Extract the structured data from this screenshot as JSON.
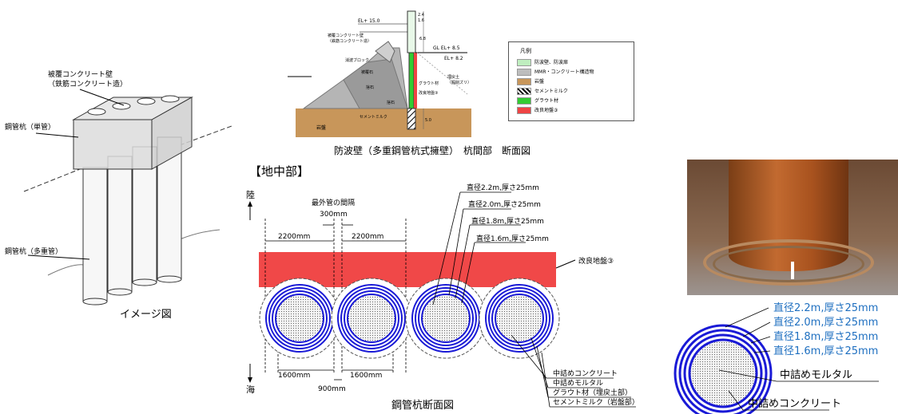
{
  "panel_left": {
    "wall_label": [
      "被覆コンクリート壁",
      "（鉄筋コンクリート造）"
    ],
    "single_pile_label": "鋼管杭（単管）",
    "multi_pile_label": "鋼管杭（多重管）",
    "caption": "イメージ図"
  },
  "panel_section": {
    "el_top": "EL+ 15.0",
    "dim_a": "2.4",
    "dim_b": "1.6",
    "dim_c": "6.8",
    "dim_d": "5.0",
    "gl": "GL EL+ 8.5",
    "el_mid": "EL+ 8.2",
    "wall_note": [
      "被覆コンクリート壁",
      "（鉄筋コンクリート造）"
    ],
    "block_label": "消波ブロック",
    "stone1": "被覆石",
    "stone2": "捨石",
    "stone3": "捨石",
    "grout": "グラウト材",
    "backfill": [
      "埋戻土",
      "（掘削ズリ）"
    ],
    "improved": "改良地盤③",
    "cement": "セメントミルク",
    "bedrock": "岩盤",
    "caption": "防波壁（多重鋼管杭式擁壁）　杭間部　断面図"
  },
  "legend": {
    "title": "凡例",
    "items": [
      {
        "label": "防波壁、防波扉",
        "color": "#bfeebf"
      },
      {
        "label": "MMR・コンクリート構造物",
        "color": "#bdbdbd"
      },
      {
        "label": "岩盤",
        "color": "#c8965a"
      },
      {
        "label": "セメントミルク",
        "color": "hatch"
      },
      {
        "label": "グラウト材",
        "color": "#33cc33"
      },
      {
        "label": "改良地盤③",
        "color": "#ef4444"
      }
    ]
  },
  "underground": {
    "heading": "【地中部】",
    "land": "陸",
    "sea": "海",
    "gap_label": "最外管の間隔",
    "gap_value": "300mm",
    "width_left": "2200mm",
    "width_right": "2200mm",
    "pipe_labels": [
      "直径2.2m,厚さ25mm",
      "直径2.0m,厚さ25mm",
      "直径1.8m,厚さ25mm",
      "直径1.6m,厚さ25mm"
    ],
    "improved": "改良地盤③",
    "inner_left": "1600mm",
    "inner_right": "1600mm",
    "pitch": "900mm",
    "fill_labels": [
      "中詰めコンクリート",
      "中詰めモルタル",
      "グラウト材（埋戻土部）",
      "セメントミルク（岩盤部）"
    ],
    "caption": "鋼管杭断面図"
  },
  "right_panel": {
    "pipe_labels": [
      "直径2.2m,厚さ25mm",
      "直径2.0m,厚さ25mm",
      "直径1.8m,厚さ25mm",
      "直径1.6m,厚さ25mm"
    ],
    "mortar": "中詰めモルタル",
    "concrete": "中詰めコンクリート"
  },
  "colors": {
    "pipe_blue": "#1a1ad6",
    "label_blue": "#1e6fc0",
    "improved_red": "#f04848",
    "bedrock_tan": "#c8965a",
    "grout_green": "#33cc33"
  }
}
